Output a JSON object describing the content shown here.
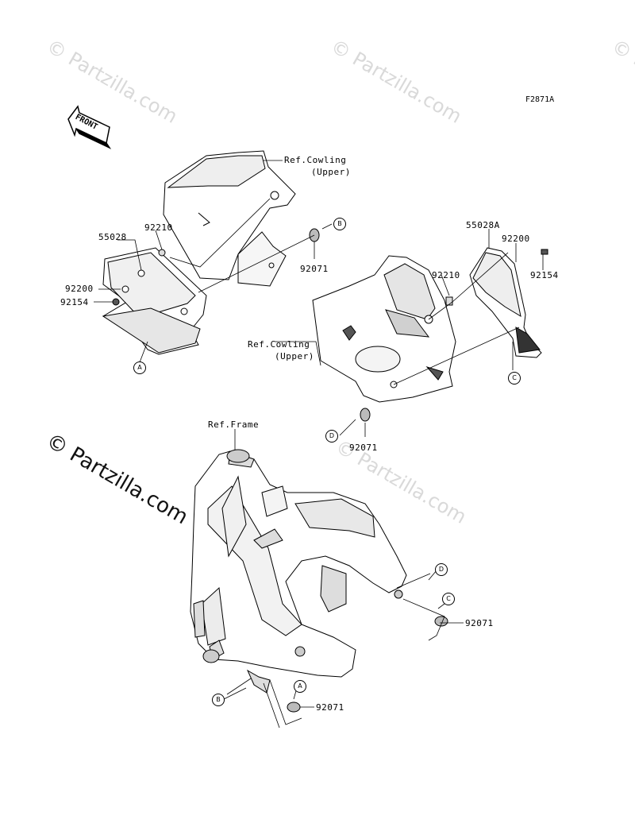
{
  "watermarks": {
    "light": [
      "© Partzilla.com",
      "© Partzilla.com",
      "© Partzilla.com",
      "© Partzilla.com"
    ],
    "dark": "© Partzilla.com"
  },
  "figure_code": "F2871A",
  "front_label": "FRONT",
  "labels": {
    "ref_cowling_upper_1": "Ref.Cowling",
    "ref_cowling_upper_1b": "(Upper)",
    "ref_cowling_upper_2": "Ref.Cowling",
    "ref_cowling_upper_2b": "(Upper)",
    "ref_frame": "Ref.Frame",
    "p55028": "55028",
    "p92210_left": "92210",
    "p92200_left": "92200",
    "p92154_left": "92154",
    "p92071_b": "92071",
    "p55028a": "55028A",
    "p92200_right": "92200",
    "p92154_right": "92154",
    "p92210_right": "92210",
    "p92071_d": "92071",
    "p92071_c": "92071",
    "p92071_a": "92071"
  },
  "callouts": {
    "a_top": "A",
    "b_top": "B",
    "c_top": "C",
    "d_top": "D",
    "d_frame": "D",
    "c_frame": "C",
    "b_frame": "B",
    "a_frame": "A"
  }
}
